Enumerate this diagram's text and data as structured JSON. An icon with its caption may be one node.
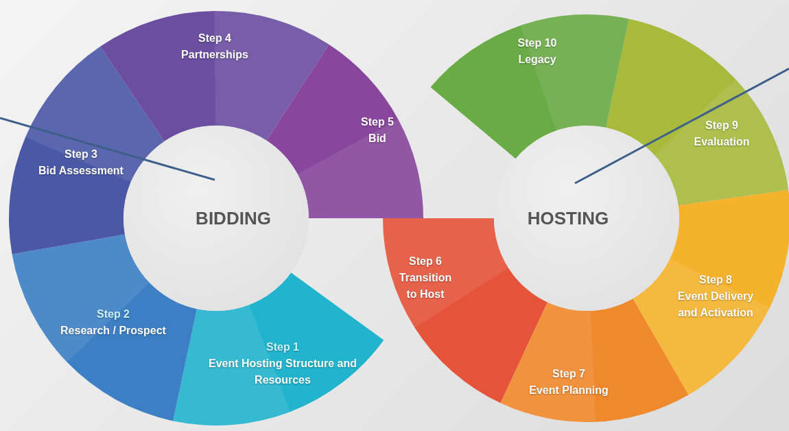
{
  "diagram": {
    "nodes": [
      {
        "text": [
          "Step 1",
          "Event Hosting Structure and Resources"
        ]
      },
      {
        "text": [
          "Step 2",
          "Research / Prospect"
        ]
      },
      {
        "text": [
          "Step 3",
          "Bid Assessment"
        ]
      },
      {
        "text": [
          "Step 4",
          "Partnerships"
        ]
      },
      {
        "text": [
          "Step 5",
          "Bid"
        ]
      },
      {
        "text": [
          "Step 6",
          "Transition to Host"
        ]
      },
      {
        "text": [
          "Step 7",
          "Event Planning"
        ]
      },
      {
        "text": [
          "Step 8",
          "Event Delivery and Activation"
        ]
      },
      {
        "text": [
          "Step 9",
          "Evaluation"
        ]
      },
      {
        "text": [
          "Step 10",
          "Legacy"
        ]
      },
      {
        "text": [
          "BIDDING"
        ]
      },
      {
        "text": [
          "HOSTING"
        ]
      }
    ],
    "edges": [
      {
        "from": null,
        "to": 10,
        "arrow": "none"
      },
      {
        "from": null,
        "to": 11,
        "arrow": "none"
      }
    ]
  }
}
